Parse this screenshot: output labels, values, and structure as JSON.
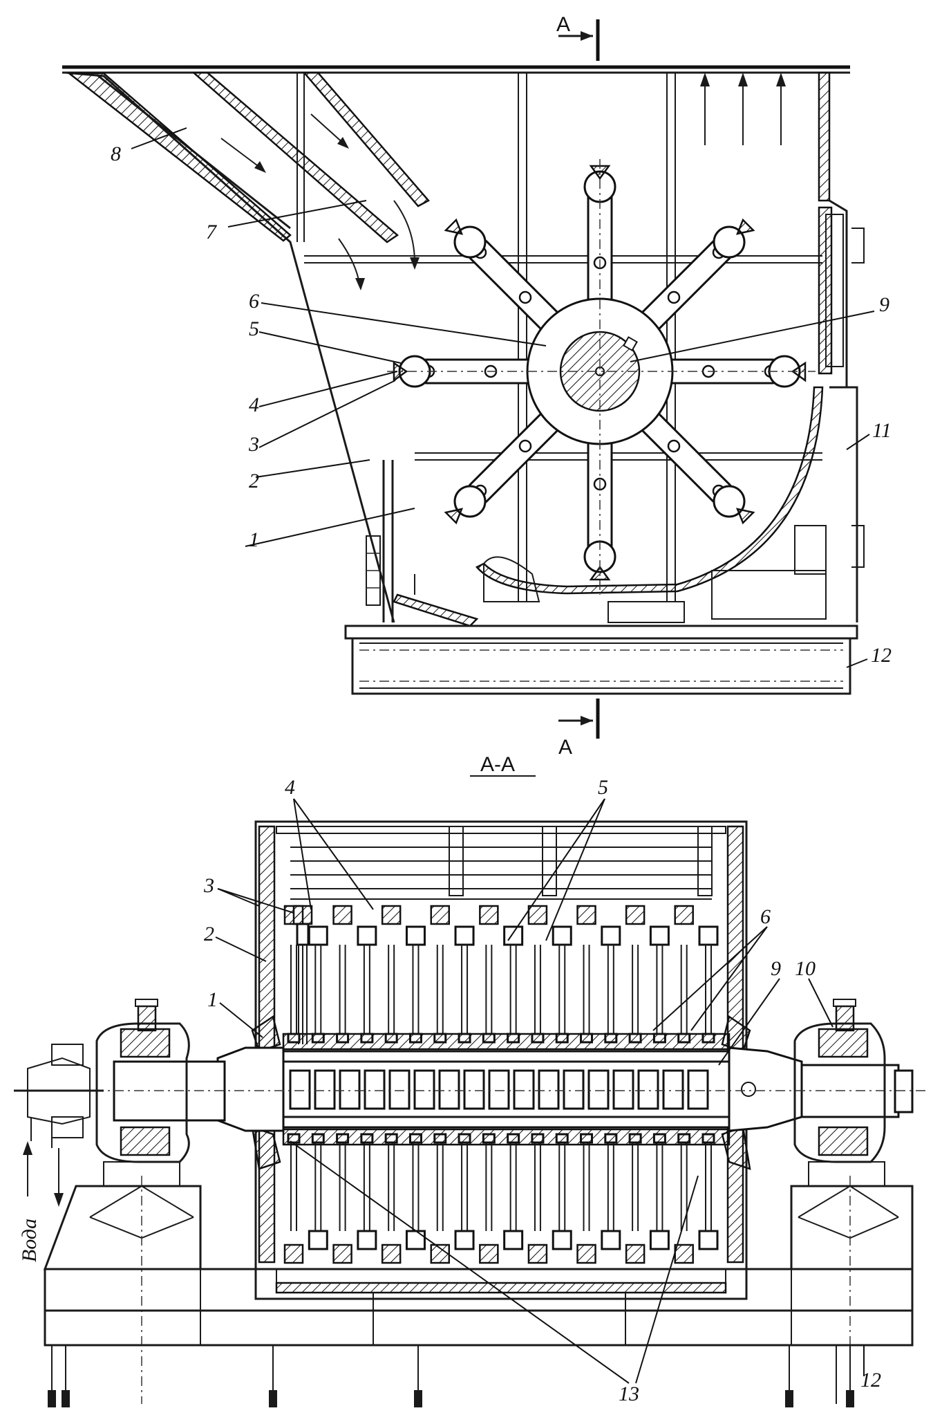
{
  "top_view": {
    "section_mark_top": "A",
    "section_mark_bottom": "A",
    "labels": [
      "1",
      "2",
      "3",
      "4",
      "5",
      "6",
      "7",
      "8",
      "9",
      "11",
      "12"
    ]
  },
  "section_view": {
    "title": "A-A",
    "labels": [
      "1",
      "2",
      "3",
      "4",
      "5",
      "6",
      "9",
      "10",
      "12",
      "13"
    ],
    "water_label": "Вода"
  }
}
